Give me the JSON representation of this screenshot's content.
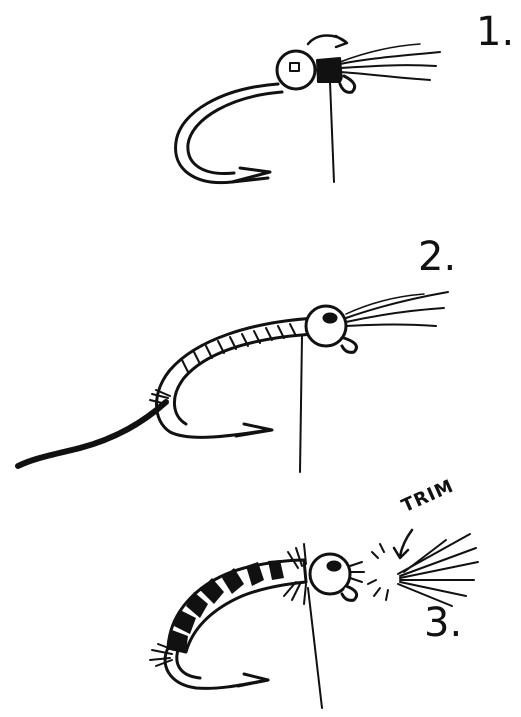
{
  "steps": [
    {
      "number": "1."
    },
    {
      "number": "2."
    },
    {
      "number": "3."
    }
  ],
  "annotation": {
    "trim_label": "TRIM"
  },
  "colors": {
    "ink": "#111111",
    "paper": "#ffffff"
  }
}
